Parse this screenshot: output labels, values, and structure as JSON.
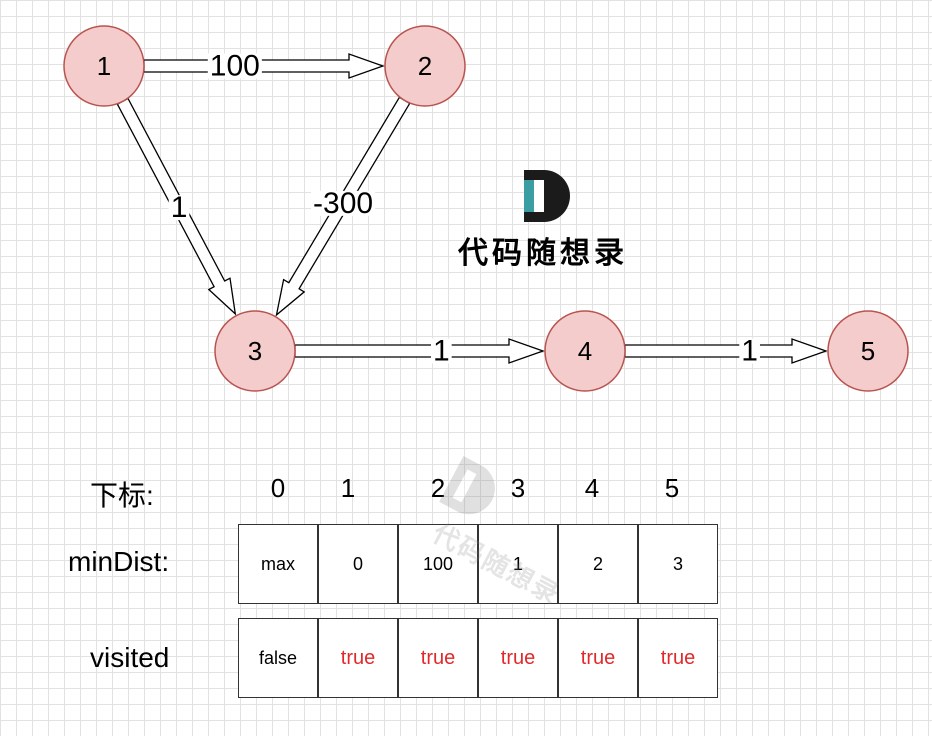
{
  "graph": {
    "nodes": [
      {
        "id": "1",
        "label": "1"
      },
      {
        "id": "2",
        "label": "2"
      },
      {
        "id": "3",
        "label": "3"
      },
      {
        "id": "4",
        "label": "4"
      },
      {
        "id": "5",
        "label": "5"
      }
    ],
    "edges": [
      {
        "from": "1",
        "to": "2",
        "weight": "100"
      },
      {
        "from": "1",
        "to": "3",
        "weight": "1"
      },
      {
        "from": "2",
        "to": "3",
        "weight": "-300"
      },
      {
        "from": "3",
        "to": "4",
        "weight": "1"
      },
      {
        "from": "4",
        "to": "5",
        "weight": "1"
      }
    ]
  },
  "logo": {
    "text": "代码随想录"
  },
  "table": {
    "index_label": "下标:",
    "indices": [
      "0",
      "1",
      "2",
      "3",
      "4",
      "5"
    ],
    "min_dist_label": "minDist:",
    "min_dist": [
      "max",
      "0",
      "100",
      "1",
      "2",
      "3"
    ],
    "visited_label": "visited",
    "visited": [
      "false",
      "true",
      "true",
      "true",
      "true",
      "true"
    ]
  },
  "colors": {
    "node_fill": "#f4cccc",
    "node_stroke": "#b85450",
    "true_text": "#e02a2a",
    "logo_teal": "#3a9ea3"
  }
}
